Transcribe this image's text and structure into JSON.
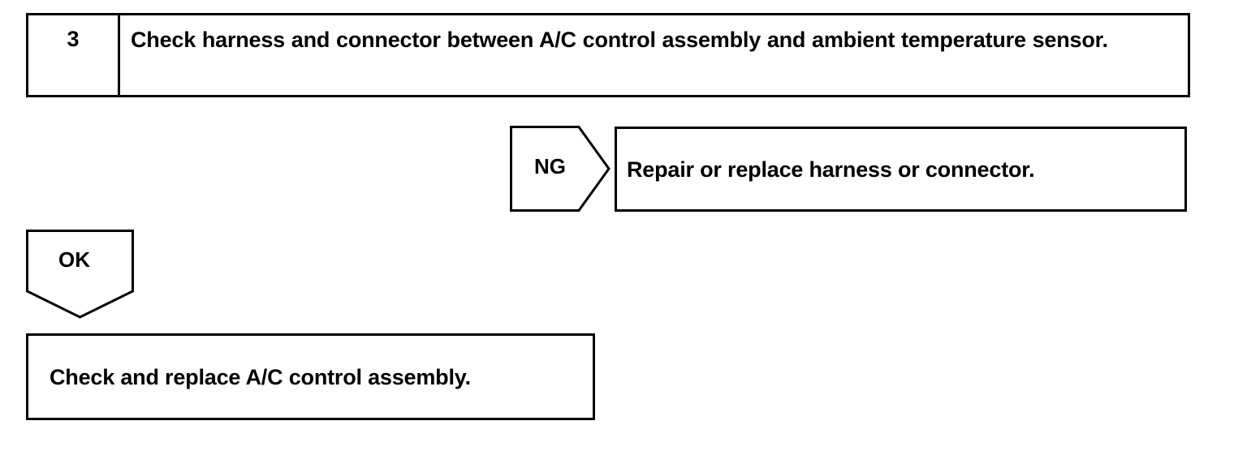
{
  "document": {
    "type": "diagnostic-flow-chart",
    "title": "Ambient temperature sensor circuit inspection step 3"
  },
  "step": {
    "number": "3",
    "instruction": "Check harness and connector between A/C control assembly and ambient temperature sensor."
  },
  "branches": {
    "ng": {
      "label": "NG",
      "shape": "right-pointing-pentagon",
      "result_text": "Repair or replace harness or connector."
    },
    "ok": {
      "label": "OK",
      "shape": "down-pointing-pentagon",
      "result_text": "Check and replace A/C control assembly."
    }
  },
  "colors": {
    "ink": "#000000",
    "paper": "#ffffff"
  }
}
